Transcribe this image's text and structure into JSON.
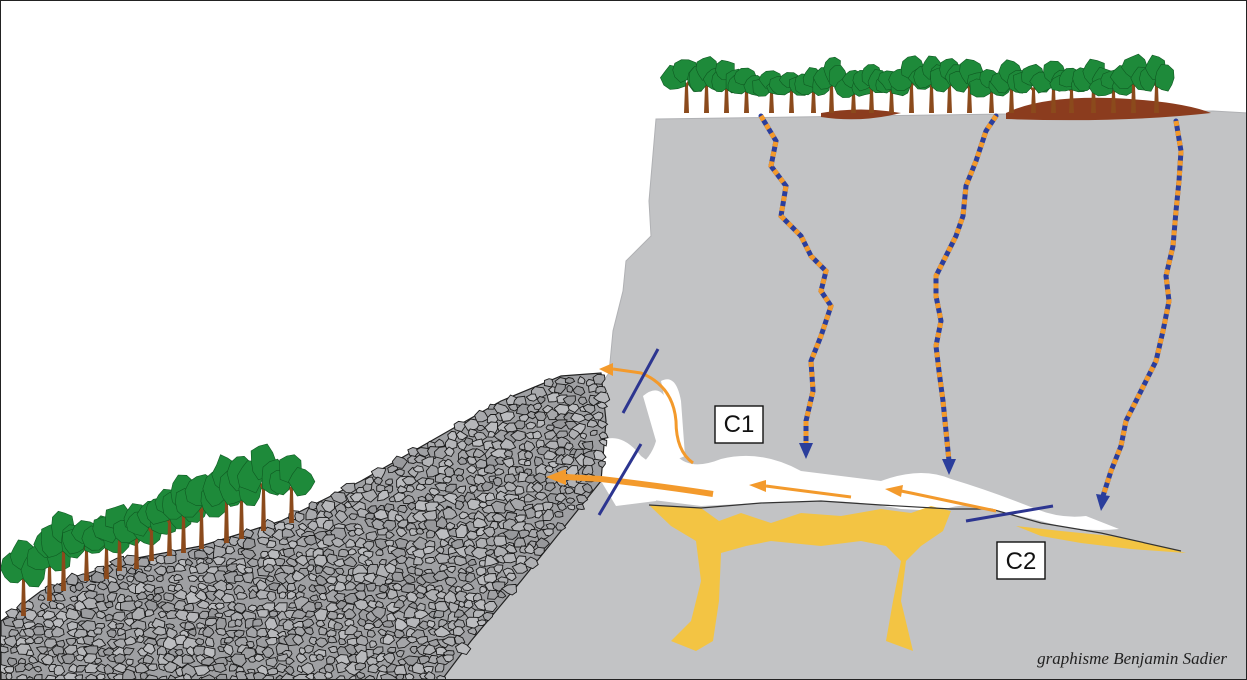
{
  "labels": {
    "c1": "C1",
    "c2": "C2"
  },
  "credit": "graphisme Benjamin Sadier",
  "colors": {
    "rock": "#c2c3c5",
    "cave_fill": "#f3c443",
    "water_flow": "#f39a2c",
    "drip_blue": "#2b3e9c",
    "fault_line": "#2c3590",
    "tree_foliage": "#1e8a3a",
    "tree_trunk": "#8b4a1c",
    "soil": "#8b3c1e",
    "boulder": "#9fa0a3"
  },
  "icons": {
    "tree": "tree-icon",
    "boulder": "boulder-icon",
    "flow_arrow": "flow-arrow-icon"
  }
}
